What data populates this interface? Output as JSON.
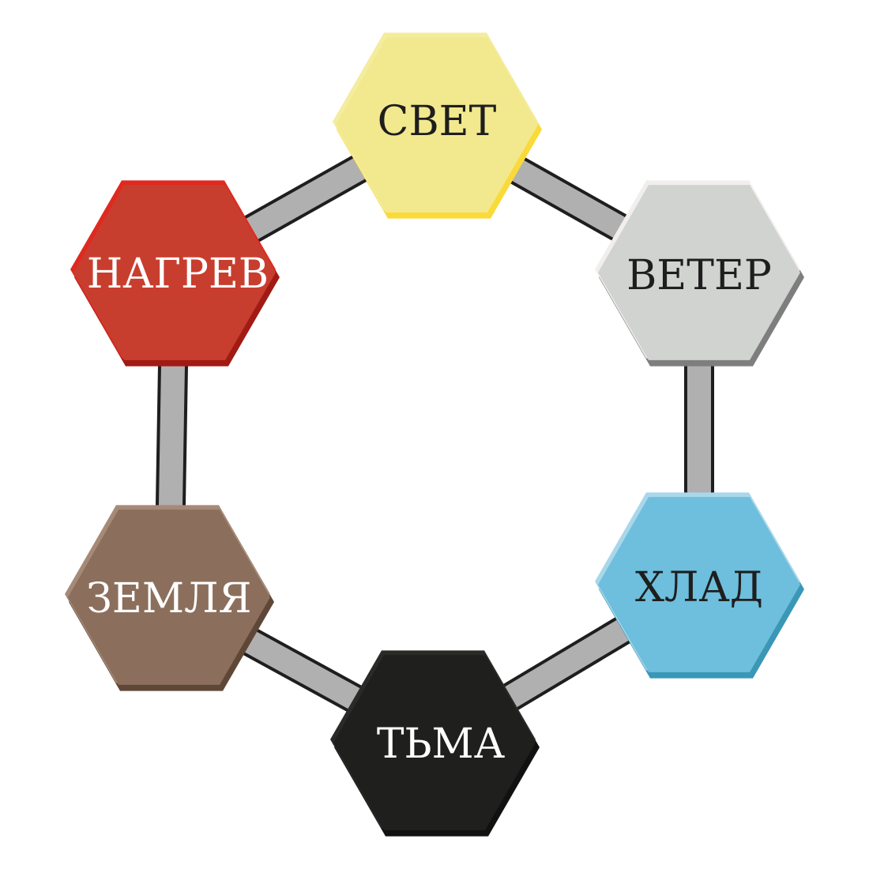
{
  "diagram": {
    "title": "",
    "nodes": [
      {
        "id": "svet",
        "label": "СВЕТ",
        "fill": "#F2E98F",
        "shade": "#F9DA3A",
        "highlight": "#F4EC9E",
        "text_color": "#1E1E1E"
      },
      {
        "id": "veter",
        "label": "ВЕТЕР",
        "fill": "#D0D3D0",
        "shade": "#7E7E7E",
        "highlight": "#F2EEEE",
        "text_color": "#1E1E1E"
      },
      {
        "id": "khlad",
        "label": "ХЛАД",
        "fill": "#6EBEDD",
        "shade": "#3A97B6",
        "highlight": "#A9D7EA",
        "text_color": "#1E1E1E"
      },
      {
        "id": "tma",
        "label": "ТЬМА",
        "fill": "#1F1F1D",
        "shade": "#111111",
        "highlight": "#2A2A28",
        "text_color": "#FFFFFF"
      },
      {
        "id": "zemlya",
        "label": "ЗЕМЛЯ",
        "fill": "#8B6F5C",
        "shade": "#5F4738",
        "highlight": "#A68A78",
        "text_color": "#FFFFFF"
      },
      {
        "id": "nagrev",
        "label": "НАГРЕВ",
        "fill": "#C83E2E",
        "shade": "#A11A14",
        "highlight": "#E0291F",
        "text_color": "#FFFFFF"
      }
    ],
    "edges": [
      {
        "from": "svet",
        "to": "veter"
      },
      {
        "from": "veter",
        "to": "khlad"
      },
      {
        "from": "khlad",
        "to": "tma"
      },
      {
        "from": "tma",
        "to": "zemlya"
      },
      {
        "from": "zemlya",
        "to": "nagrev"
      },
      {
        "from": "nagrev",
        "to": "svet"
      }
    ],
    "connector_color": "#B0B0B0",
    "connector_outline": "#1E1E1E"
  }
}
